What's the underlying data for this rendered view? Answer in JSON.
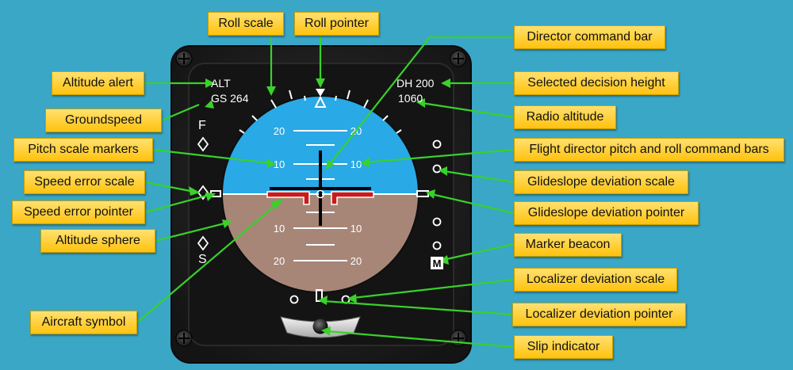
{
  "colors": {
    "background": "#3aa7c7",
    "sky": "#29a9e6",
    "ground": "#a78677",
    "label_fill": "#ffc20e",
    "leader_line": "#39d12a",
    "command_bar": "#cc1a1a"
  },
  "labels": {
    "roll_scale": "Roll scale",
    "roll_pointer": "Roll pointer",
    "director_command_bar": "Director command bar",
    "altitude_alert": "Altitude alert",
    "selected_decision_height": "Selected decision height",
    "groundspeed": "Groundspeed",
    "radio_altitude": "Radio altitude",
    "pitch_scale_markers": "Pitch scale markers",
    "fd_pitch_roll_bars": "Flight director pitch and roll command bars",
    "speed_error_scale": "Speed error scale",
    "glideslope_deviation_scale": "Glideslope deviation scale",
    "speed_error_pointer": "Speed error pointer",
    "glideslope_deviation_pointer": "Glideslope deviation pointer",
    "altitude_sphere": "Altitude sphere",
    "marker_beacon": "Marker beacon",
    "localizer_deviation_scale": "Localizer deviation scale",
    "aircraft_symbol": "Aircraft symbol",
    "localizer_deviation_pointer": "Localizer deviation pointer",
    "slip_indicator": "Slip indicator"
  },
  "instrument": {
    "alt_text": "ALT",
    "groundspeed_text": "GS 264",
    "dh_text": "DH 200",
    "radio_alt_text": "1060",
    "fast_label": "F",
    "slow_label": "S",
    "marker_text": "M",
    "pitch_marks": [
      "20",
      "10",
      "10",
      "20"
    ]
  }
}
